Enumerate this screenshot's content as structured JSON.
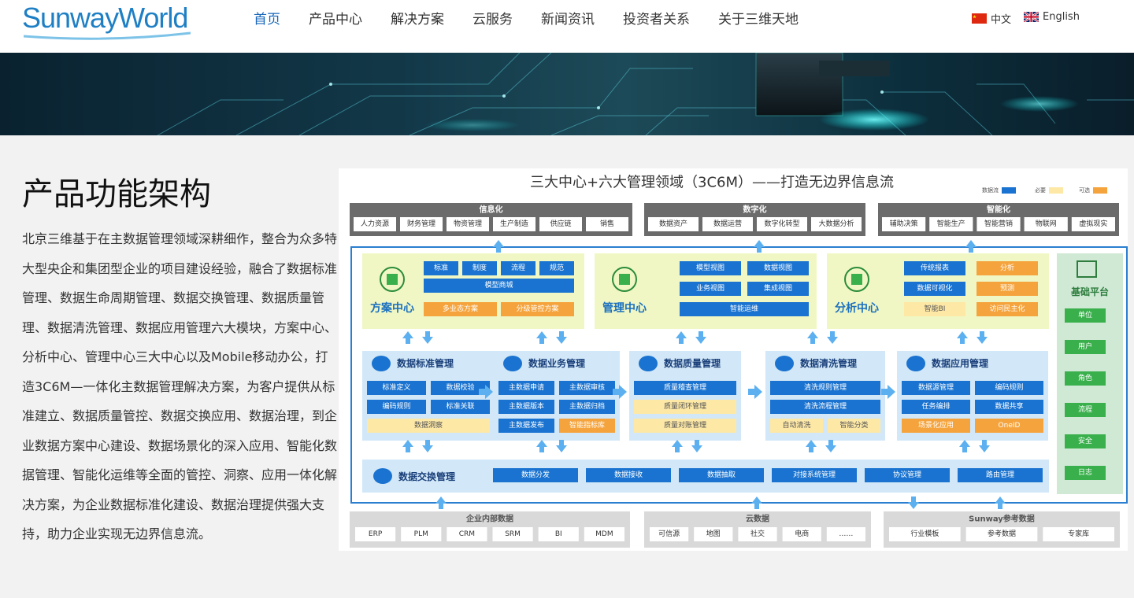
{
  "header": {
    "logo": "SunwayWorld",
    "nav": [
      "首页",
      "产品中心",
      "解决方案",
      "云服务",
      "新闻资讯",
      "投资者关系",
      "关于三维天地"
    ],
    "lang_cn": "中文",
    "lang_en": "English"
  },
  "main": {
    "title": "产品功能架构",
    "description": "北京三维基于在主数据管理领域深耕细作，整合为众多特大型央企和集团型企业的项目建设经验，融合了数据标准管理、数据生命周期管理、数据交换管理、数据质量管理、数据清洗管理、数据应用管理六大模块，方案中心、分析中心、管理中心三大中心以及Mobile移动办公，打造3C6M—一体化主数据管理解决方案，为客户提供从标准建立、数据质量管控、数据交换应用、数据治理，到企业数据方案中心建设、数据场景化的深入应用、智能化数据管理、智能化运维等全面的管控、洞察、应用一体化解决方案，为企业数据标准化建设、数据治理提供强大支持，助力企业实现无边界信息流。"
  },
  "diagram": {
    "title": "三大中心+六大管理领域（3C6M）——打造无边界信息流",
    "legend": [
      "数据流",
      "必要",
      "可选"
    ],
    "top_groups": [
      {
        "title": "信息化",
        "items": [
          "人力资源",
          "财务管理",
          "物资管理",
          "生产制造",
          "供应链",
          "销售"
        ]
      },
      {
        "title": "数字化",
        "items": [
          "数据资产",
          "数据运营",
          "数字化转型",
          "大数据分析"
        ]
      },
      {
        "title": "智能化",
        "items": [
          "辅助决策",
          "智能生产",
          "智能营销",
          "物联网",
          "虚拟现实"
        ]
      }
    ],
    "centers": [
      {
        "name": "方案中心",
        "blue": [
          "标准",
          "制度",
          "流程",
          "规范",
          "模型商城"
        ],
        "orange": [
          "多业态方案",
          "分级管控方案"
        ]
      },
      {
        "name": "管理中心",
        "blue": [
          "模型视图",
          "数据视图",
          "业务视图",
          "集成视图",
          "智能运维"
        ],
        "orange": []
      },
      {
        "name": "分析中心",
        "blue": [
          "传统报表",
          "数据可视化"
        ],
        "orange": [
          "分析",
          "预测",
          "访问民主化"
        ],
        "yellow": [
          "智能BI"
        ]
      }
    ],
    "modules": [
      {
        "name": "数据标准管理",
        "blue": [
          "标准定义",
          "数据校验",
          "编码规则",
          "标准关联"
        ],
        "yellow": [
          "数据洞察"
        ]
      },
      {
        "name": "数据业务管理",
        "blue": [
          "主数据申请",
          "主数据审核",
          "主数据版本",
          "主数据归档",
          "主数据发布"
        ],
        "orange": [
          "智能指标库"
        ]
      },
      {
        "name": "数据质量管理",
        "blue": [
          "质量稽查管理"
        ],
        "yellow": [
          "质量闭环管理",
          "质量对账管理"
        ]
      },
      {
        "name": "数据清洗管理",
        "blue": [
          "清洗规则管理",
          "清洗流程管理"
        ],
        "yellow": [
          "自动清洗",
          "智能分类"
        ]
      },
      {
        "name": "数据应用管理",
        "blue": [
          "数据源管理",
          "编码规则",
          "任务编排",
          "数据共享"
        ],
        "orange": [
          "场景化应用",
          "OneID"
        ]
      }
    ],
    "exchange": {
      "name": "数据交换管理",
      "items": [
        "数据分发",
        "数据接收",
        "数据抽取",
        "对接系统管理",
        "协议管理",
        "路由管理"
      ]
    },
    "platform": {
      "name": "基础平台",
      "items": [
        "单位",
        "用户",
        "角色",
        "流程",
        "安全",
        "日志"
      ]
    },
    "bottom_groups": [
      {
        "title": "企业内部数据",
        "items": [
          "ERP",
          "PLM",
          "CRM",
          "SRM",
          "BI",
          "MDM"
        ]
      },
      {
        "title": "云数据",
        "items": [
          "可信源",
          "地图",
          "社交",
          "电商",
          "……"
        ]
      },
      {
        "title": "Sunway参考数据",
        "items": [
          "行业模板",
          "参考数据",
          "专家库"
        ]
      }
    ]
  },
  "colors": {
    "brand": "#1e7fc4",
    "nav_active": "#1565b8",
    "box_blue": "#1a73d0",
    "box_orange": "#f5a43d",
    "box_yellow": "#fde8a6",
    "center_bg": "#f0f7c4",
    "module_bg": "#d2e8f8"
  }
}
